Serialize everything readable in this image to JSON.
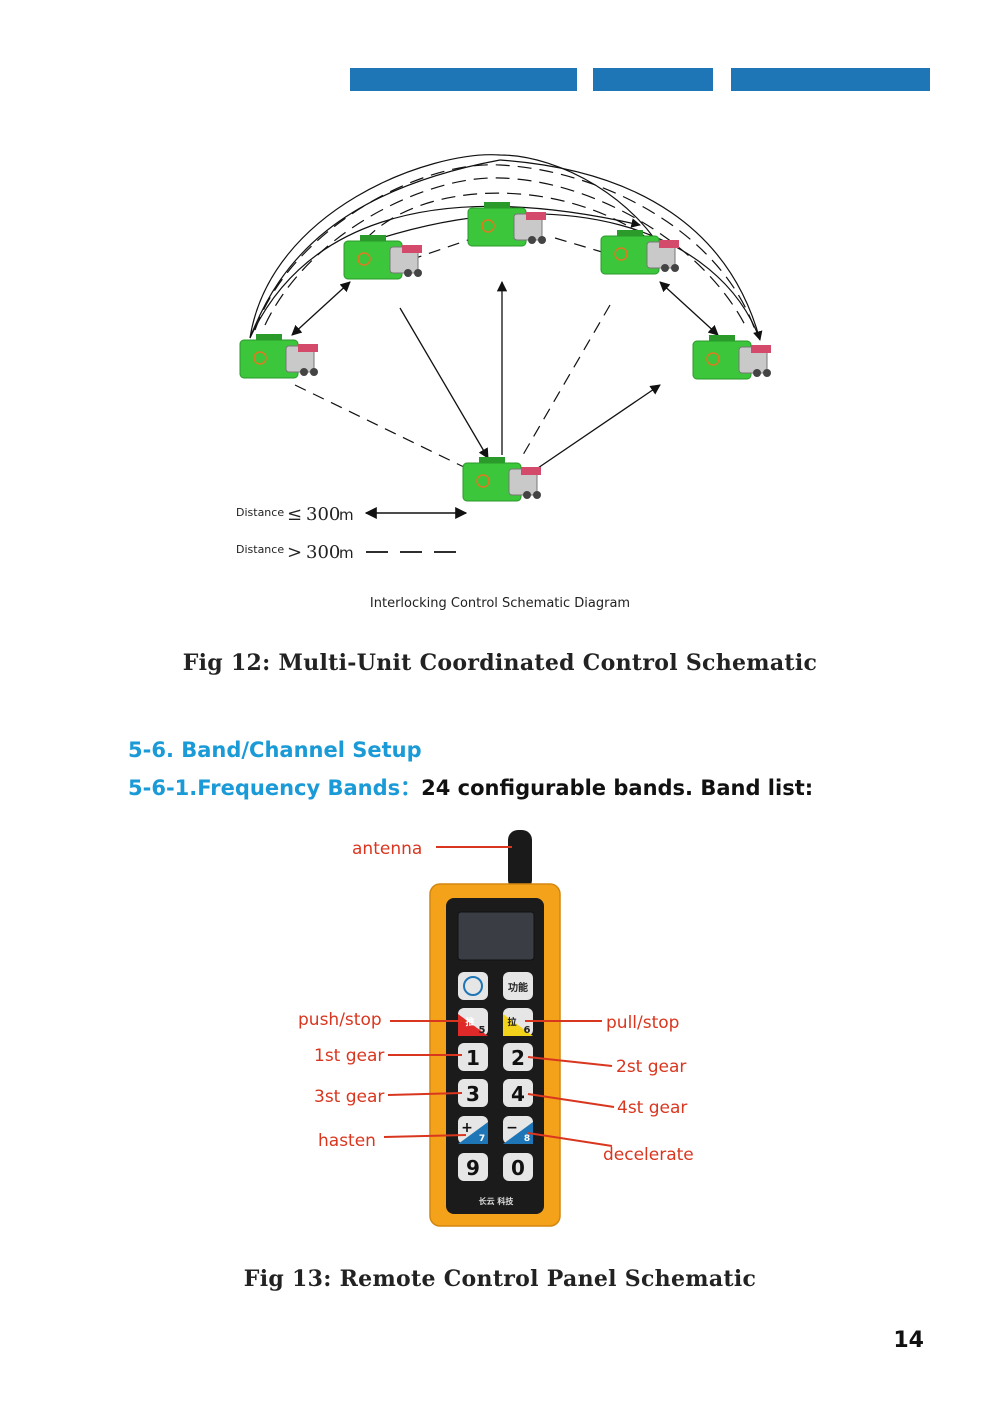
{
  "header": {
    "accent_color": "#1f76b6"
  },
  "diagram": {
    "legend": {
      "near_label": "Distance",
      "near_symbol": "≤",
      "near_value": "300",
      "near_unit": "m",
      "far_label": "Distance",
      "far_symbol": ">",
      "far_value": "300",
      "far_unit": "m"
    },
    "caption": "Interlocking Control Schematic Diagram",
    "unit_color": "#3cc63c"
  },
  "fig12": {
    "title": "Fig 12: Multi-Unit Coordinated Control Schematic"
  },
  "section": {
    "heading": "5-6. Band/Channel Setup",
    "subheading": "5-6-1.Frequency Bands：",
    "subheading_text": "24 configurable bands. Band list:",
    "accent_color": "#1a9ad6"
  },
  "remote": {
    "labels": {
      "antenna": "antenna",
      "push_stop": "push/stop",
      "pull_stop": "pull/stop",
      "gear1": "1st gear",
      "gear2": "2st gear",
      "gear3": "3st gear",
      "gear4": "4st gear",
      "hasten": "hasten",
      "decelerate": "decelerate"
    },
    "keys": {
      "logo": "长云科技",
      "func": "功能",
      "k5": "5",
      "k6": "6",
      "k1": "1",
      "k2": "2",
      "k3": "3",
      "k4": "4",
      "k7": "7",
      "k8": "8",
      "plus": "+",
      "minus": "−",
      "k9": "9",
      "k0": "0",
      "push_glyph": "推",
      "pull_glyph": "拉"
    },
    "brand": "长云 科技",
    "body_color": "#f5a21b",
    "label_color": "#d9361f"
  },
  "fig13": {
    "title": "Fig 13: Remote Control Panel Schematic"
  },
  "page": {
    "number": "14"
  }
}
